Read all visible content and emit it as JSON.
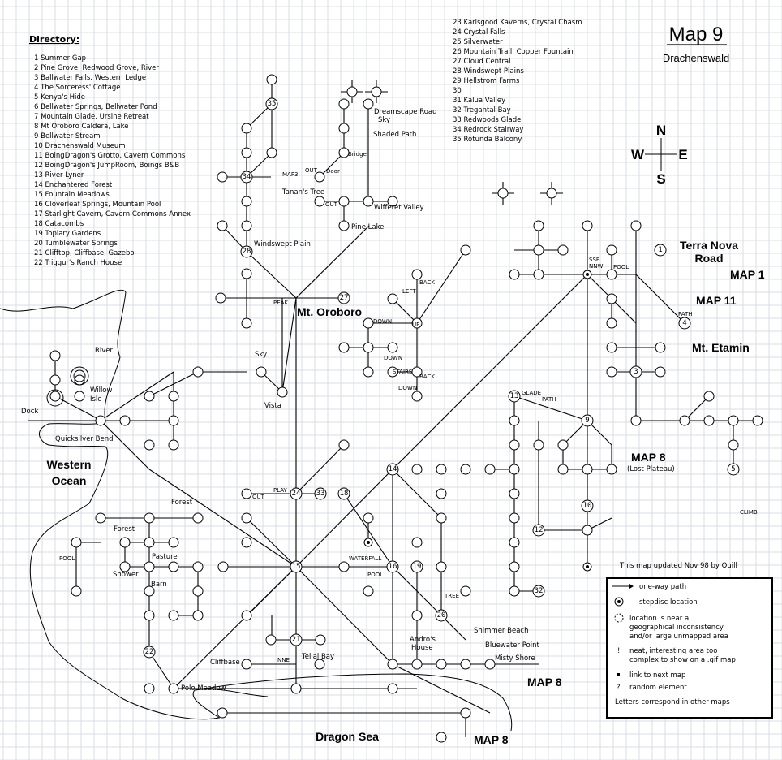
{
  "title": "Map 9",
  "subtitle": "Drachenswald",
  "directory_heading": "Directory:",
  "directory": [
    "1 Summer Gap",
    "2 Pine Grove, Redwood Grove, River",
    "3 Ballwater Falls, Western Ledge",
    "4 The Sorceress' Cottage",
    "5 Kenya's Hide",
    "6 Bellwater Springs, Bellwater Pond",
    "7 Mountain Glade, Ursine Retreat",
    "8 Mt Oroboro Caldera, Lake",
    "9 Bellwater Stream",
    "10 Drachenswald Museum",
    "11 BoingDragon's Grotto, Cavern Commons",
    "12 BoingDragon's JumpRoom, Boings B&B",
    "13 River Lyner",
    "14 Enchantered Forest",
    "15 Fountain Meadows",
    "16 Cloverleaf Springs, Mountain Pool",
    "17 Starlight Cavern, Cavern Commons Annex",
    "18 Catacombs",
    "19 Topiary Gardens",
    "20 Tumblewater Springs",
    "21 Clifftop, Cliffbase, Gazebo",
    "22 Triggur's Ranch House",
    "23 Karlsgood Kaverns, Crystal Chasm",
    "24 Crystal Falls",
    "25 Silverwater",
    "26 Mountain Trail, Copper Fountain",
    "27 Cloud Central",
    "28 Windswept Plains",
    "29 Hellstrom Farms",
    "30",
    "31 Kalua Valley",
    "32 Tregantal Bay",
    "33 Redwoods Glade",
    "34 Redrock Stairway",
    "35 Rotunda Balcony"
  ],
  "compass": {
    "n": "N",
    "s": "S",
    "e": "E",
    "w": "W"
  },
  "regions": {
    "terra_nova": "Terra Nova",
    "road": "Road",
    "map1": "MAP 1",
    "map11": "MAP 11",
    "mt_etamin": "Mt. Etamin",
    "map8_lost": "MAP 8",
    "lost_plateau": "(Lost Plateau)",
    "mt_oroboro": "Mt. Oroboro",
    "western": "Western",
    "ocean": "Ocean",
    "dragon_sea": "Dragon Sea",
    "map8_e": "MAP 8",
    "map8_c": "MAP 8"
  },
  "place_labels": {
    "dreamscape": "Dreamscape Road",
    "sky1": "Sky",
    "shaded": "Shaded Path",
    "bridge": "Bridge",
    "door": "Door",
    "out": "OUT",
    "map3": "MAP3",
    "tanan": "Tanan's Tree",
    "wifferet": "Wifferet Valley",
    "pine_lake": "Pine Lake",
    "windswept": "Windswept Plain",
    "peak": "PEAK",
    "river": "River",
    "willow": "Willow",
    "isle": "Isle",
    "dock": "Dock",
    "qsbend": "Quicksilver Bend",
    "sky2": "Sky",
    "vista": "Vista",
    "forest": "Forest",
    "pasture": "Pasture",
    "shower": "Shower",
    "barn": "Barn",
    "pool": "POOL",
    "play": "PLAY",
    "waterfall": "WATERFALL",
    "tree": "TREE",
    "andros": "Andro's",
    "house": "House",
    "shimmer": "Shimmer Beach",
    "bluewater": "Bluewater Point",
    "misty": "Misty Shore",
    "cliffbase": "Cliffbase",
    "telial": "Telial Bay",
    "polo": "Polo Meadow",
    "glade": "GLADE",
    "path": "PATH",
    "left": "LEFT",
    "back": "BACK",
    "down": "DOWN",
    "up": "UP",
    "stairs": "STAIRS",
    "climb": "CLIMB",
    "sse": "SSE",
    "nnw": "NNW",
    "nne": "NNE"
  },
  "updated_note": "This map updated Nov 98 by Quill",
  "legend": {
    "oneway": "one-way path",
    "stepdisc": "stepdisc location",
    "geo1": "location is near a",
    "geo2": "geographical inconsistency",
    "geo3": "and/or large unmapped area",
    "neat1": "neat, interesting area too",
    "neat2": "complex to show on a .gif map",
    "link": "link to next map",
    "random": "random element",
    "letters": "Letters correspond in other maps"
  }
}
